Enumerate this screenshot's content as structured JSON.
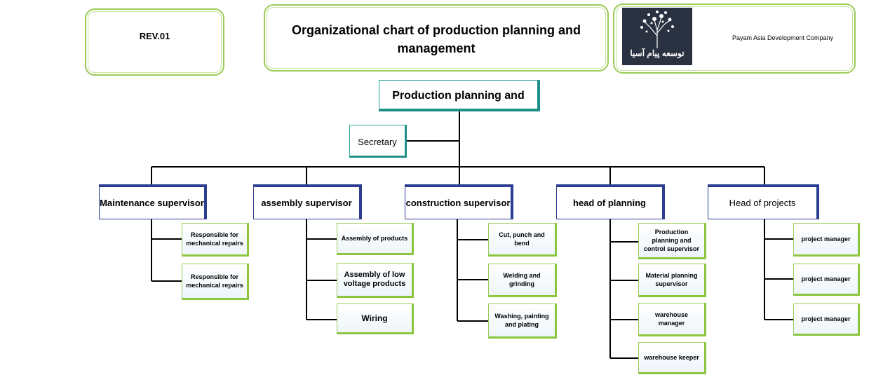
{
  "header": {
    "revision": "REV.01",
    "title": "Organizational chart of production planning and management",
    "logo_text": "توسعه پیام آسیا",
    "company": "Payam Asia Development Company"
  },
  "chart": {
    "root": "Production planning and",
    "secretary": "Secretary",
    "branches": [
      {
        "label": "Maintenance supervisor",
        "bold": true,
        "children": [
          "Responsible for mechanical repairs",
          "Responsible for mechanical repairs"
        ]
      },
      {
        "label": "assembly supervisor",
        "bold": true,
        "children": [
          "Assembly of products",
          "Assembly of low voltage products",
          "Wiring"
        ]
      },
      {
        "label": "construction supervisor",
        "bold": true,
        "children": [
          "Cut, punch and bend",
          "Welding and grinding",
          "Washing, painting and plating"
        ]
      },
      {
        "label": "head of planning",
        "bold": true,
        "children": [
          "Production planning and control supervisor",
          "Material planning supervisor",
          "warehouse manager",
          "warehouse keeper"
        ]
      },
      {
        "label": "Head of projects",
        "bold": false,
        "children": [
          "project manager",
          "project manager",
          "project manager"
        ]
      }
    ]
  },
  "colors": {
    "green_border": "#9bcc5a",
    "teal": "#2ba39a",
    "navy": "#2d3d8f",
    "logo_bg": "#2a3242"
  }
}
